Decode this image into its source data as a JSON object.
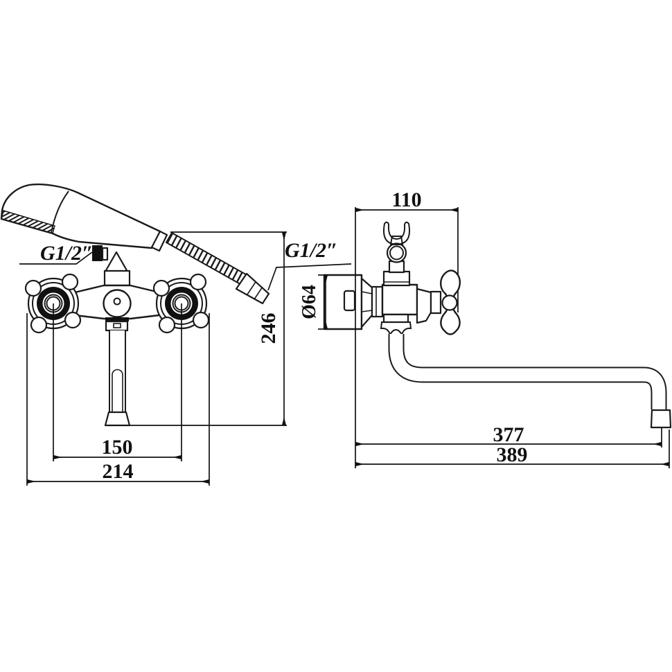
{
  "drawing": {
    "colors": {
      "line": "#1a1a1a",
      "text": "#111111",
      "background": "#ffffff"
    },
    "labels": {
      "thread_front": "G1/2″",
      "thread_side": "G1/2″"
    },
    "dimensions": {
      "handle_spacing": "150",
      "overall_width": "214",
      "height": "246",
      "wall_offset": "110",
      "flange_diameter": "Ø64",
      "spout_reach": "377",
      "overall_length": "389"
    }
  }
}
